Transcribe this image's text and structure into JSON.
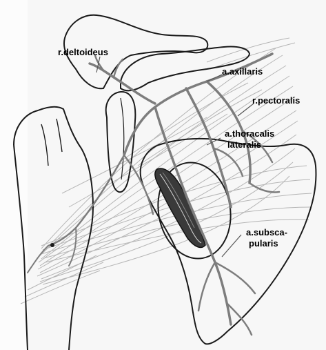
{
  "labels": {
    "r_deltoideus": "r.deltoideus",
    "a_axillaris": "a.axillaris",
    "r_pectoralis": "r.pectoralis",
    "a_thoracalis_lateralis_line1": "a.thoracalis",
    "a_thoracalis_lateralis_line2": "lateralis",
    "a_subscapularis_line1": "a.subsca-",
    "a_subscapularis_line2": "pularis"
  },
  "colors": {
    "outline": "#1a1a1a",
    "vessel": "#7d7d7d",
    "muscle_fiber": "#b5b5b5",
    "background": "#f7f7f7"
  }
}
